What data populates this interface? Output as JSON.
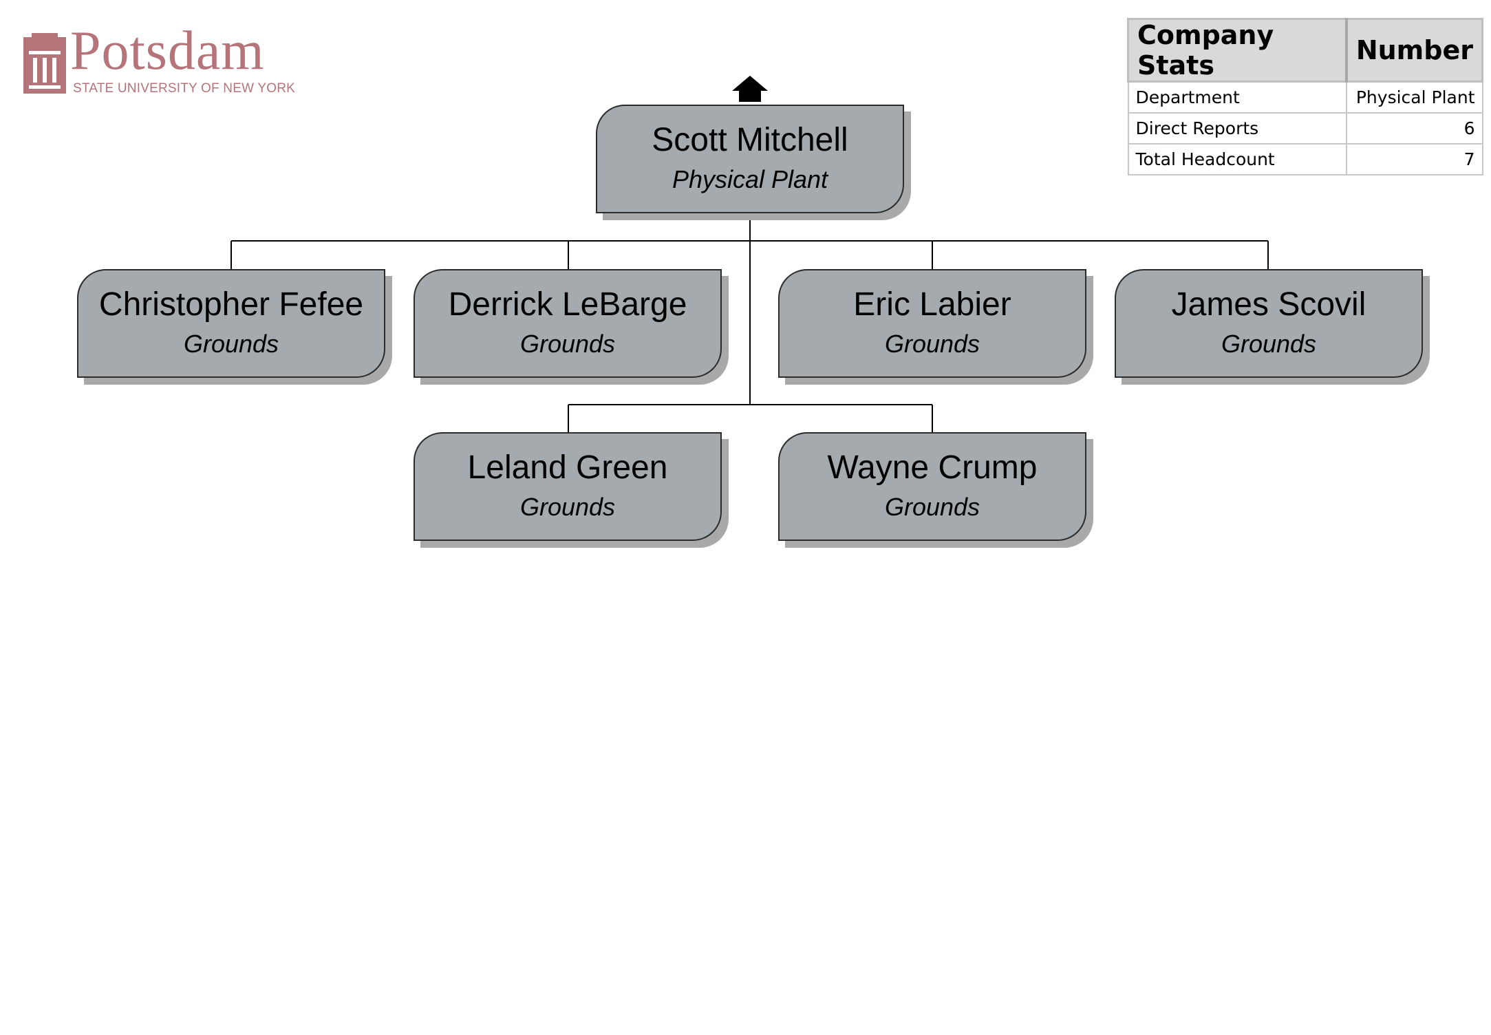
{
  "logo": {
    "wordmark": "Potsdam",
    "subtitle": "STATE UNIVERSITY OF NEW YORK",
    "color": "#b5737a"
  },
  "stats": {
    "headers": [
      "Company Stats",
      "Number"
    ],
    "rows": [
      {
        "label": "Department",
        "value": "Physical Plant"
      },
      {
        "label": "Direct Reports",
        "value": "6"
      },
      {
        "label": "Total Headcount",
        "value": "7"
      }
    ]
  },
  "org": {
    "up_icon": "arrow-up-icon",
    "node_color": "#a4aaad",
    "manager": {
      "name": "Scott Mitchell",
      "department": "Physical Plant"
    },
    "reports": [
      {
        "name": "Christopher Fefee",
        "department": "Grounds"
      },
      {
        "name": "Derrick LeBarge",
        "department": "Grounds"
      },
      {
        "name": "Eric Labier",
        "department": "Grounds"
      },
      {
        "name": "James Scovil",
        "department": "Grounds"
      },
      {
        "name": "Leland Green",
        "department": "Grounds"
      },
      {
        "name": "Wayne Crump",
        "department": "Grounds"
      }
    ]
  }
}
